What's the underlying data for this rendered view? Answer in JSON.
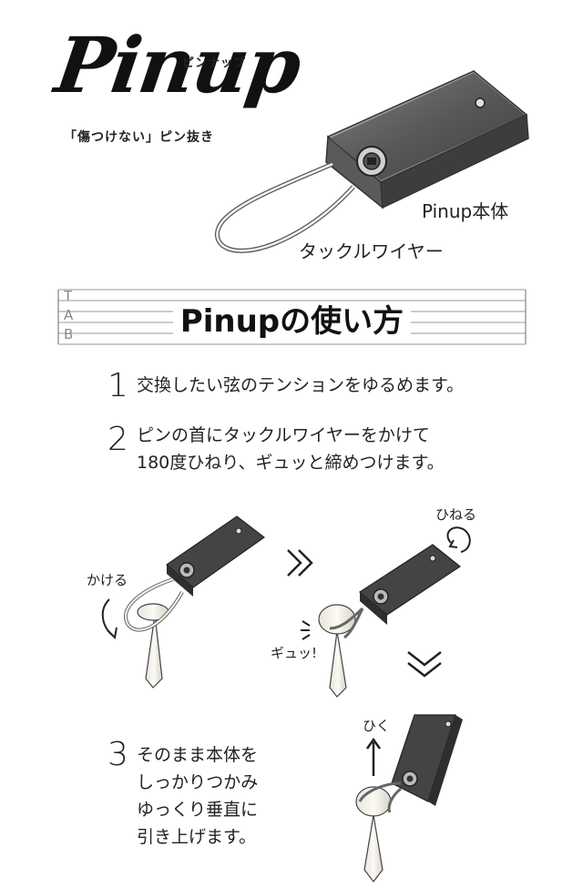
{
  "header": {
    "logo_text": "Pinup",
    "logo_kana": "ピンナップ",
    "tagline": "「傷つけない」ピン抜き"
  },
  "hero": {
    "body_label": "Pinup本体",
    "wire_label": "タックルワイヤー"
  },
  "tab_banner": {
    "title": "Pinupの使い方",
    "letters": [
      "T",
      "A",
      "B"
    ]
  },
  "steps": [
    {
      "number": "1",
      "lines": [
        "交換したい弦のテンションをゆるめます。"
      ]
    },
    {
      "number": "2",
      "lines": [
        "ピンの首にタックルワイヤーをかけて",
        "180度ひねり、ギュッと締めつけます。"
      ]
    },
    {
      "number": "3",
      "lines": [
        "そのまま本体を",
        "しっかりつかみ",
        "ゆっくり垂直に",
        "引き上げます。"
      ]
    }
  ],
  "illustration_labels": {
    "kakeru": "かける",
    "hineru": "ひねる",
    "gyu": "ギュッ!",
    "hiku": "ひく"
  },
  "colors": {
    "device_dark": "#4a4a4a",
    "device_light": "#8a8a8a",
    "pin": "#f1eee6",
    "staff_line": "#9a9a9a"
  },
  "icons": [
    "right-chevron-icon",
    "down-chevron-icon",
    "rotate-arrow-icon",
    "up-arrow-icon",
    "curved-arrow-icon"
  ]
}
